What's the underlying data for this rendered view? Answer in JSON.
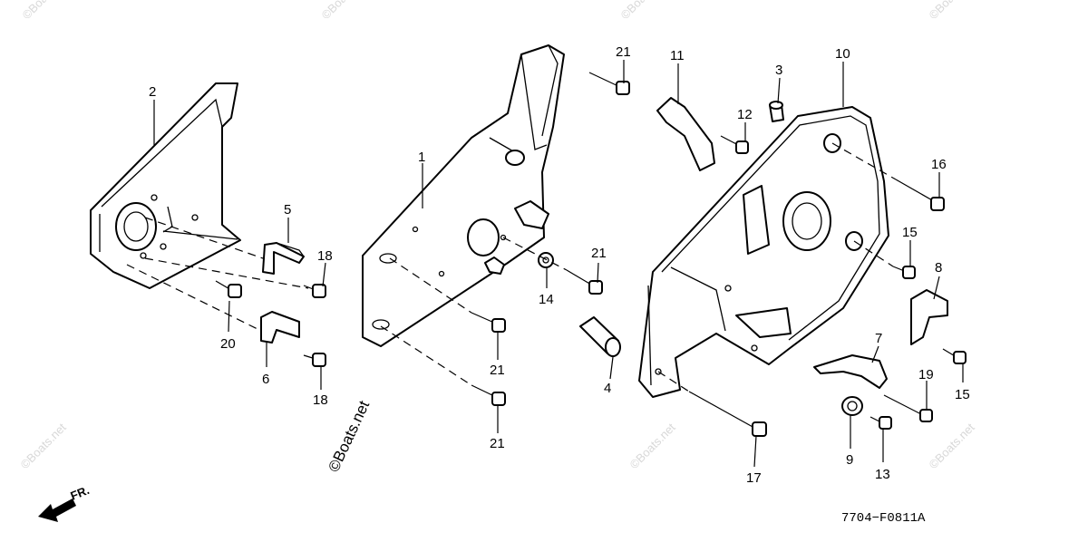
{
  "watermark": "©Boats.net",
  "logo": "©Boats.net",
  "front_label": "FR.",
  "figure_code": "7704−F0811A",
  "callouts": {
    "c1": "1",
    "c2": "2",
    "c3": "3",
    "c4": "4",
    "c5": "5",
    "c6": "6",
    "c7": "7",
    "c8": "8",
    "c9": "9",
    "c10": "10",
    "c11": "11",
    "c12": "12",
    "c13": "13",
    "c14": "14",
    "c15a": "15",
    "c15b": "15",
    "c16": "16",
    "c17": "17",
    "c18a": "18",
    "c18b": "18",
    "c19": "19",
    "c20": "20",
    "c21a": "21",
    "c21b": "21",
    "c21c": "21",
    "c21d": "21"
  }
}
